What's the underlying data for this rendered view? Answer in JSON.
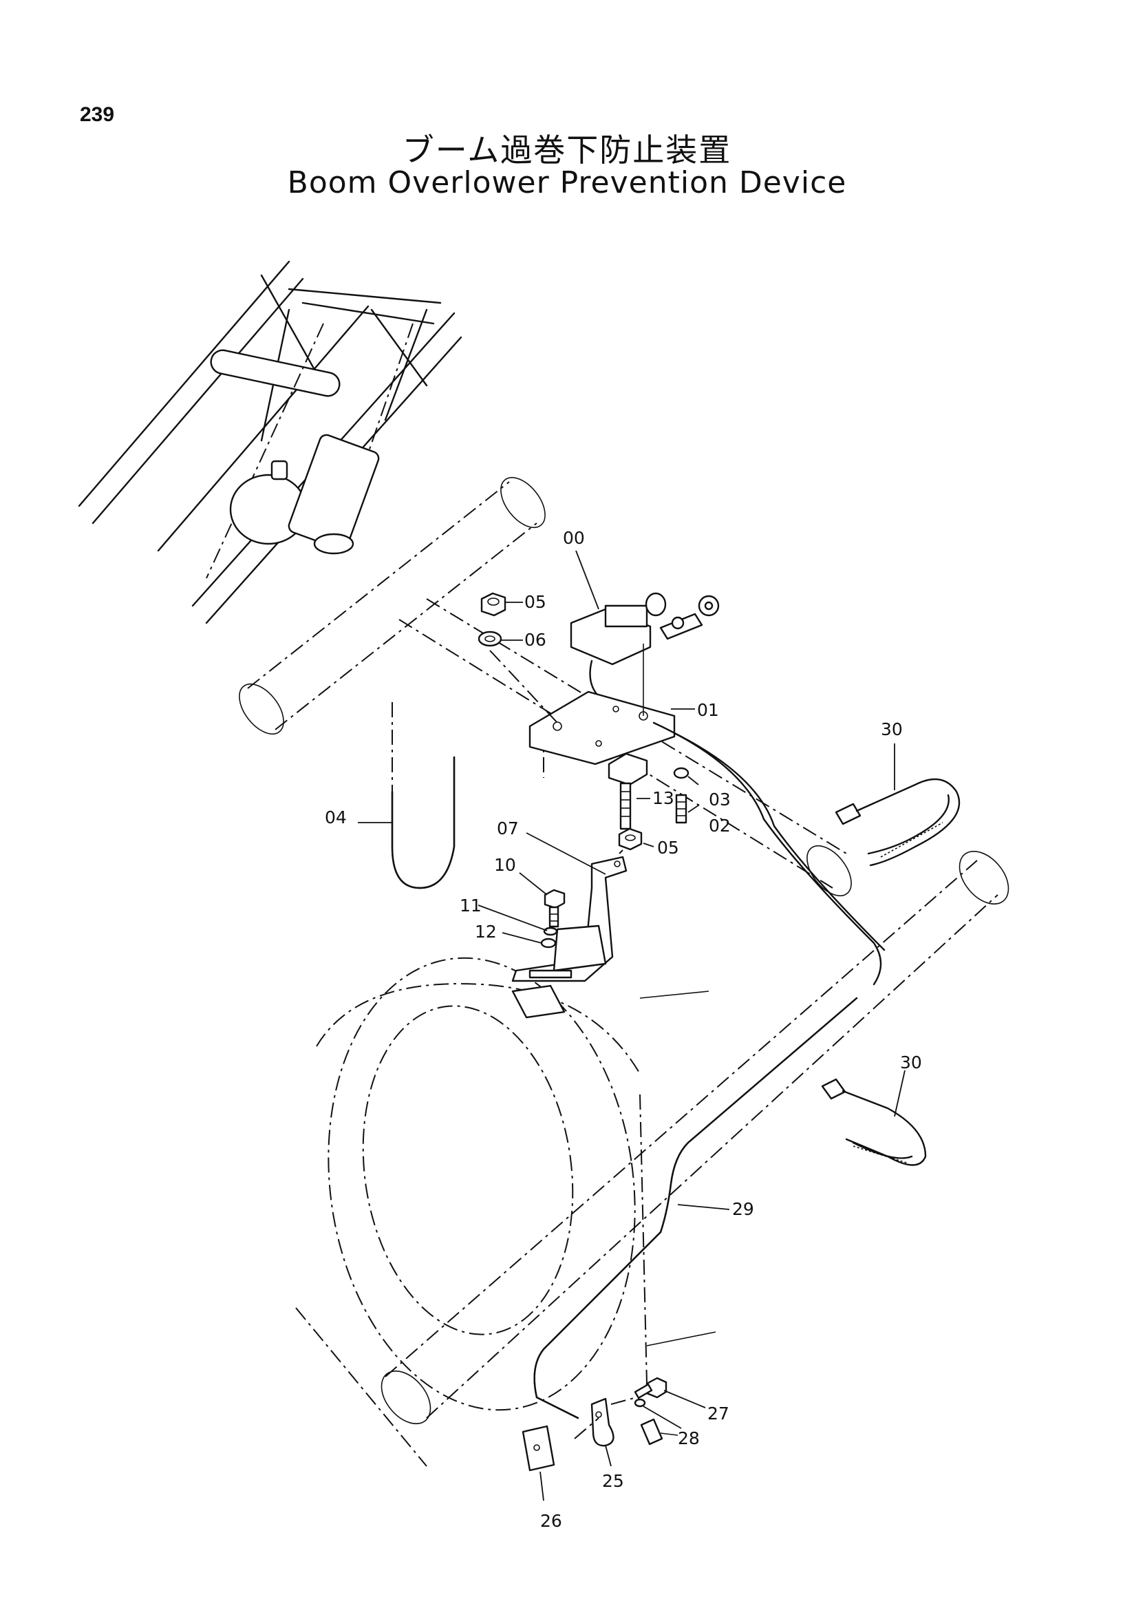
{
  "page_number": "239",
  "title_jp": "ブーム過巻下防止装置",
  "title_en": "Boom Overlower Prevention Device",
  "callouts": {
    "p00": "00",
    "p01": "01",
    "p02": "02",
    "p03": "03",
    "p04": "04",
    "p05a": "05",
    "p05b": "05",
    "p06": "06",
    "p07": "07",
    "p10": "10",
    "p11": "11",
    "p12": "12",
    "p13": "13",
    "p25": "25",
    "p26": "26",
    "p27": "27",
    "p28": "28",
    "p29": "29",
    "p30a": "30",
    "p30b": "30"
  }
}
